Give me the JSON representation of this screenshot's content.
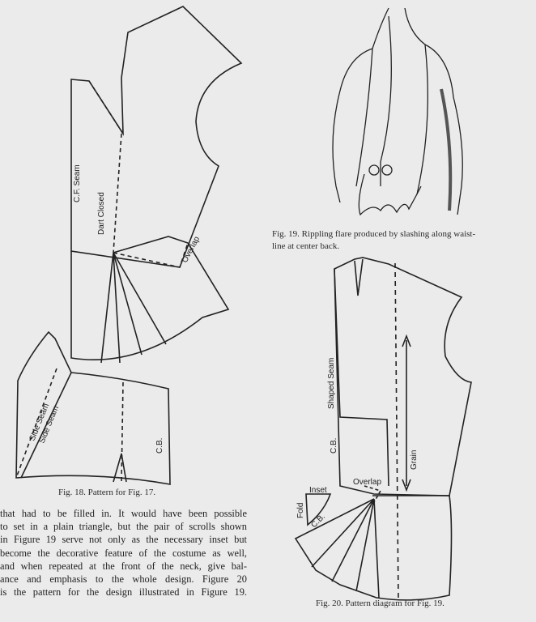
{
  "fig18": {
    "caption": "Fig. 18.  Pattern for Fig. 17.",
    "labels": {
      "cf_seam": "C.F. Seam",
      "dart_closed": "Dart Closed",
      "overlap": "Overlap",
      "side_seam_1": "Side Seam",
      "side_seam_2": "Side Seam",
      "cb": "C.B."
    }
  },
  "fig19": {
    "caption_line1": "Fig. 19.  Rippling flare produced by slashing along waist-",
    "caption_line2": "line at center back."
  },
  "fig20": {
    "caption": "Fig. 20.  Pattern diagram for Fig. 19.",
    "labels": {
      "shaped_seam": "Shaped Seam",
      "cb": "C.B.",
      "grain": "Grain",
      "overlap": "Overlap",
      "inset": "Inset",
      "fold": "Fold",
      "cb_lower": "C.B."
    }
  },
  "body_text": [
    "that had to be filled in.  It would have been possible",
    "to set in a plain triangle, but the pair of scrolls shown",
    "in Figure 19 serve not only as the necessary inset but",
    "become the decorative feature of the costume as well,",
    "and when repeated at the front of the neck, give bal-",
    "ance and emphasis to the whole design.  Figure 20",
    "is the pattern for the design illustrated in Figure 19."
  ]
}
